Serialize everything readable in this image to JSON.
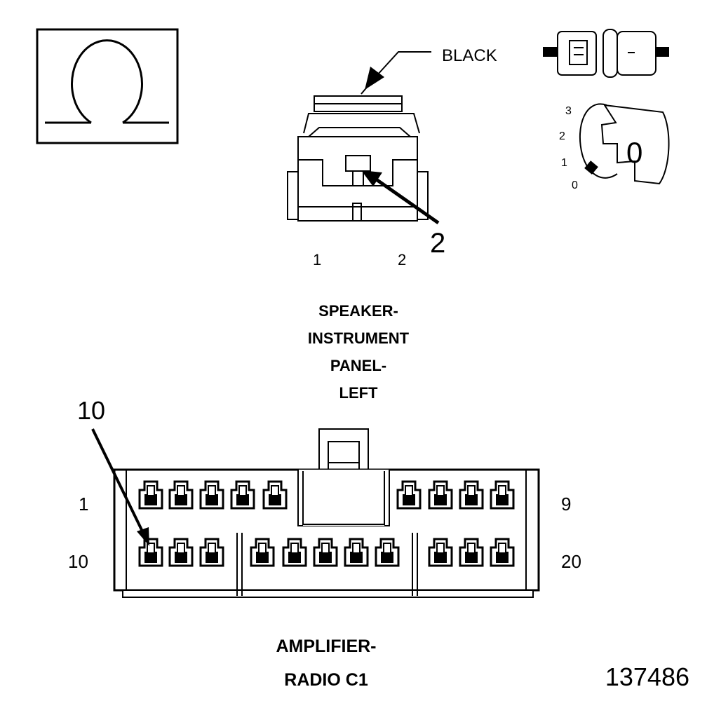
{
  "meter_icon": {
    "symbol": "Ω",
    "icon": "ohmmeter-icon"
  },
  "connector_icon": {
    "icon": "connector-disconnect-icon"
  },
  "ignition_icon": {
    "icon": "ignition-key-icon",
    "positions": [
      "3",
      "2",
      "1",
      "0"
    ],
    "key_label": "0"
  },
  "speaker_connector": {
    "color_label": "BLACK",
    "callout": "2",
    "pin_labels": [
      "1",
      "2"
    ],
    "title_lines": [
      "SPEAKER-",
      "INSTRUMENT",
      "PANEL-",
      "LEFT"
    ]
  },
  "amplifier_connector": {
    "callout": "10",
    "row_labels": {
      "top_left": "1",
      "top_right": "9",
      "bottom_left": "10",
      "bottom_right": "20"
    },
    "title_lines": [
      "AMPLIFIER-",
      "RADIO C1"
    ]
  },
  "figure_id": "137486"
}
